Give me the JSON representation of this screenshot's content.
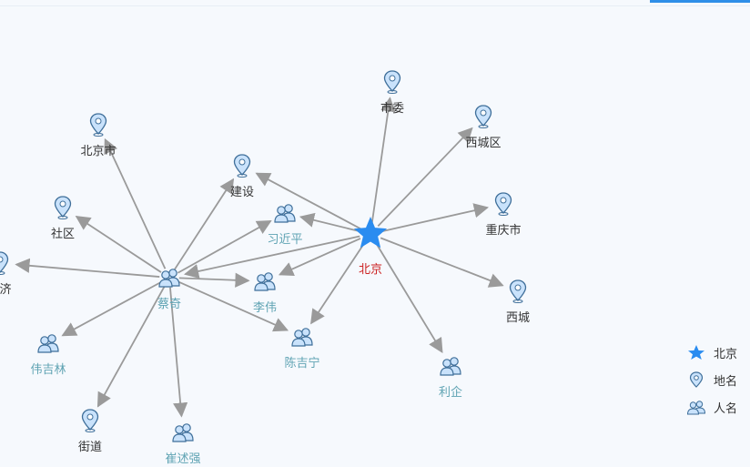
{
  "colors": {
    "star": "#2a8cf0",
    "icon_fill": "#c9e2fb",
    "icon_stroke": "#3f6f9a",
    "edge": "#9a9a9a",
    "place_label": "#333333",
    "person_label": "#5fa3b3",
    "center_label": "#cc2222"
  },
  "nodes": [
    {
      "id": "beijing",
      "label": "北京",
      "kind": "center"
    },
    {
      "id": "caiqi",
      "label": "蔡奇",
      "kind": "person"
    },
    {
      "id": "shiwei",
      "label": "市委",
      "kind": "place"
    },
    {
      "id": "xichengqu",
      "label": "西城区",
      "kind": "place"
    },
    {
      "id": "chongqing",
      "label": "重庆市",
      "kind": "place"
    },
    {
      "id": "xicheng",
      "label": "西城",
      "kind": "place"
    },
    {
      "id": "liqi",
      "label": "利企",
      "kind": "person"
    },
    {
      "id": "chenjining",
      "label": "陈吉宁",
      "kind": "person"
    },
    {
      "id": "liwei",
      "label": "李伟",
      "kind": "person"
    },
    {
      "id": "xijinping",
      "label": "习近平",
      "kind": "person"
    },
    {
      "id": "jianshe",
      "label": "建设",
      "kind": "place"
    },
    {
      "id": "beijingshi",
      "label": "北京市",
      "kind": "place"
    },
    {
      "id": "shequ",
      "label": "社区",
      "kind": "place"
    },
    {
      "id": "jingji",
      "label": "济",
      "kind": "place"
    },
    {
      "id": "weijilin",
      "label": "伟吉林",
      "kind": "person"
    },
    {
      "id": "jiedao",
      "label": "街道",
      "kind": "place"
    },
    {
      "id": "cuishuqiang",
      "label": "崔述强",
      "kind": "person"
    }
  ],
  "edges": [
    {
      "from": "beijing",
      "to": "shiwei"
    },
    {
      "from": "beijing",
      "to": "xichengqu"
    },
    {
      "from": "beijing",
      "to": "chongqing"
    },
    {
      "from": "beijing",
      "to": "xicheng"
    },
    {
      "from": "beijing",
      "to": "liqi"
    },
    {
      "from": "beijing",
      "to": "chenjining"
    },
    {
      "from": "beijing",
      "to": "liwei"
    },
    {
      "from": "beijing",
      "to": "xijinping"
    },
    {
      "from": "beijing",
      "to": "jianshe"
    },
    {
      "from": "beijing",
      "to": "caiqi"
    },
    {
      "from": "caiqi",
      "to": "beijingshi"
    },
    {
      "from": "caiqi",
      "to": "shequ"
    },
    {
      "from": "caiqi",
      "to": "jingji"
    },
    {
      "from": "caiqi",
      "to": "weijilin"
    },
    {
      "from": "caiqi",
      "to": "jiedao"
    },
    {
      "from": "caiqi",
      "to": "cuishuqiang"
    },
    {
      "from": "caiqi",
      "to": "chenjining"
    },
    {
      "from": "caiqi",
      "to": "liwei"
    },
    {
      "from": "caiqi",
      "to": "xijinping"
    },
    {
      "from": "caiqi",
      "to": "jianshe"
    }
  ],
  "legend": [
    {
      "kind": "center",
      "label": "北京",
      "icon": "star-icon"
    },
    {
      "kind": "place",
      "label": "地名",
      "icon": "map-pin-icon"
    },
    {
      "kind": "person",
      "label": "人名",
      "icon": "people-icon"
    }
  ]
}
